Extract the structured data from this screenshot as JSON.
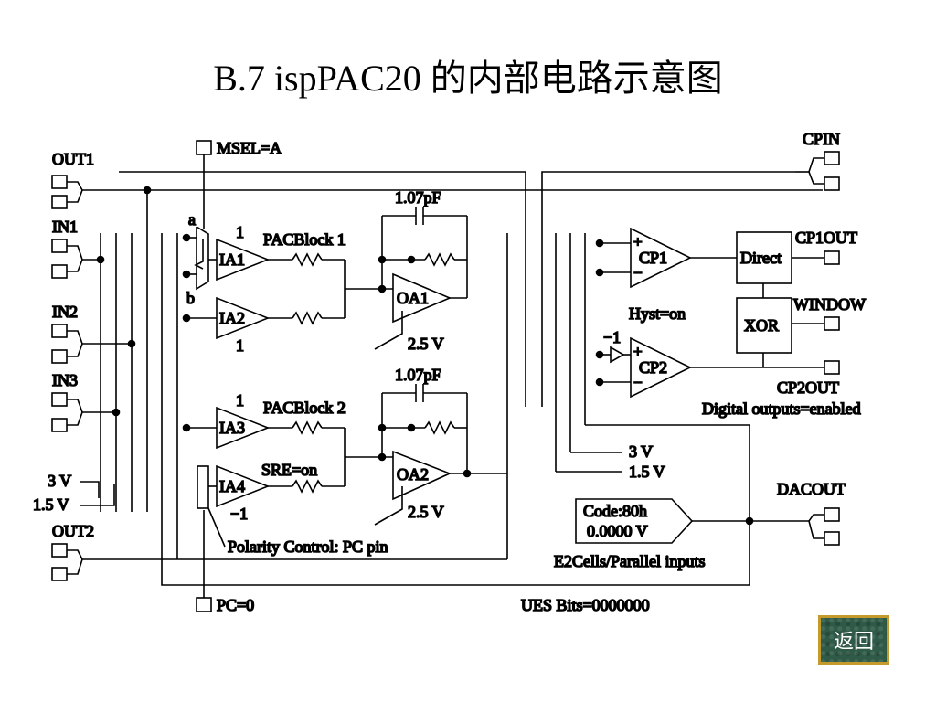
{
  "title": "B.7  ispPAC20 的内部电路示意图",
  "labels": {
    "out1": "OUT1",
    "in1": "IN1",
    "in2": "IN2",
    "in3": "IN3",
    "out2": "OUT2",
    "v3": "3 V",
    "v15": "1.5 V",
    "msel": "MSEL=A",
    "pc": "PC=0",
    "a": "a",
    "b": "b",
    "ia1": "IA1",
    "ia2": "IA2",
    "ia3": "IA3",
    "ia4": "IA4",
    "g1": "1",
    "g2": "1",
    "g3": "1",
    "g4": "−1",
    "pacblock1": "PACBlock 1",
    "pacblock2": "PACBlock 2",
    "cap1": "1.07pF",
    "cap2": "1.07pF",
    "oa1": "OA1",
    "oa2": "OA2",
    "vref1": "2.5 V",
    "vref2": "2.5 V",
    "sre": "SRE=on",
    "polarity": "Polarity Control: PC pin",
    "cpin": "CPIN",
    "cp1": "CP1",
    "cp2": "CP2",
    "plus1": "+",
    "minus1": "−",
    "plus2": "+",
    "minus2": "−",
    "hyst": "Hyst=on",
    "neg1": "−1",
    "direct": "Direct",
    "xor": "XOR",
    "cp1out": "CP1OUT",
    "window": "WINDOW",
    "cp2out": "CP2OUT",
    "digital_outputs": "Digital outputs=enabled",
    "r3v": "3 V",
    "r15v": "1.5 V",
    "dacout": "DACOUT",
    "code": "Code:80h",
    "voltage": "0.0000 V",
    "e2cells": "E2Cells/Parallel inputs",
    "ues": "UES Bits=0000000"
  },
  "back_button": "返回"
}
